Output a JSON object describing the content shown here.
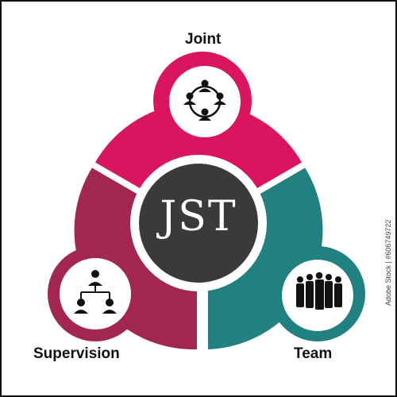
{
  "diagram": {
    "center_label": "JST",
    "segments": [
      {
        "label": "Joint",
        "color": "#db1460",
        "icon": "group-circle-icon"
      },
      {
        "label": "Supervision",
        "color": "#a3264f",
        "icon": "org-chart-icon"
      },
      {
        "label": "Team",
        "color": "#218080",
        "icon": "business-team-icon"
      }
    ],
    "center_color": "#3a3a3a"
  },
  "watermark": {
    "side_id": "Adobe Stock | #606749722"
  }
}
